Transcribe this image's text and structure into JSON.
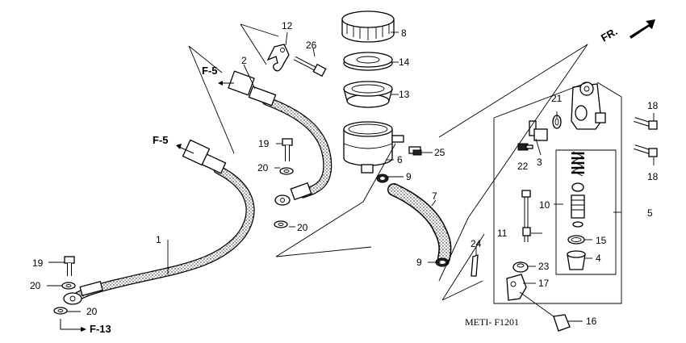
{
  "caption": "METI- F1201",
  "direction_indicator": "FR.",
  "cross_refs": {
    "f5_upper": "F-5",
    "f5_lower": "F-5",
    "f13": "F-13"
  },
  "callouts": {
    "p1": "1",
    "p2": "2",
    "p3": "3",
    "p4": "4",
    "p5": "5",
    "p6": "6",
    "p7": "7",
    "p8": "8",
    "p9a": "9",
    "p9b": "9",
    "p10": "10",
    "p11": "11",
    "p12": "12",
    "p13": "13",
    "p14": "14",
    "p15": "15",
    "p16": "16",
    "p17": "17",
    "p18a": "18",
    "p18b": "18",
    "p19a": "19",
    "p19b": "19",
    "p20a": "20",
    "p20b": "20",
    "p20c": "20",
    "p20d": "20",
    "p21": "21",
    "p22": "22",
    "p23": "23",
    "p24": "24",
    "p25": "25",
    "p26": "26"
  }
}
